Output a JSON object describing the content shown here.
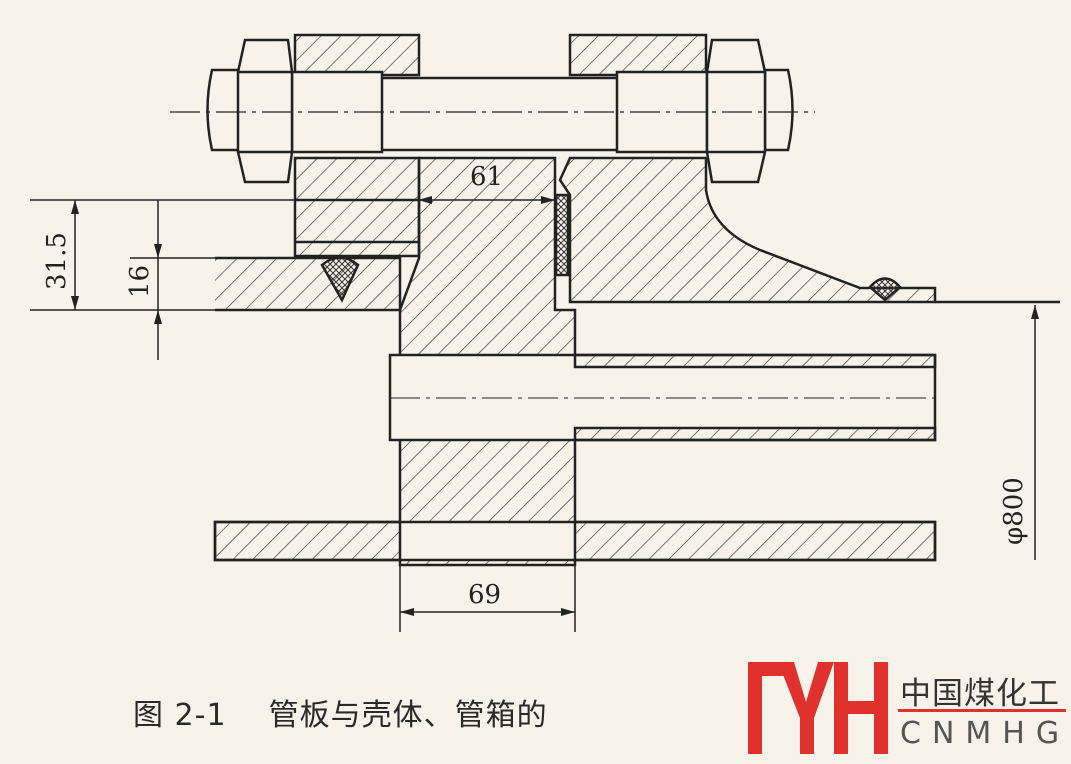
{
  "figure": {
    "caption": "图 2-1    管板与壳体、管箱的",
    "dimensions": {
      "gap_width": "61",
      "tubesheet_thickness": "69",
      "flange_height": "31.5",
      "shell_thickness_offset": "16",
      "shell_diameter": "φ800"
    }
  },
  "logo": {
    "chinese_name": "中国煤化工",
    "english_abbr": "CNMHG",
    "brand_color": "#e0312c"
  }
}
